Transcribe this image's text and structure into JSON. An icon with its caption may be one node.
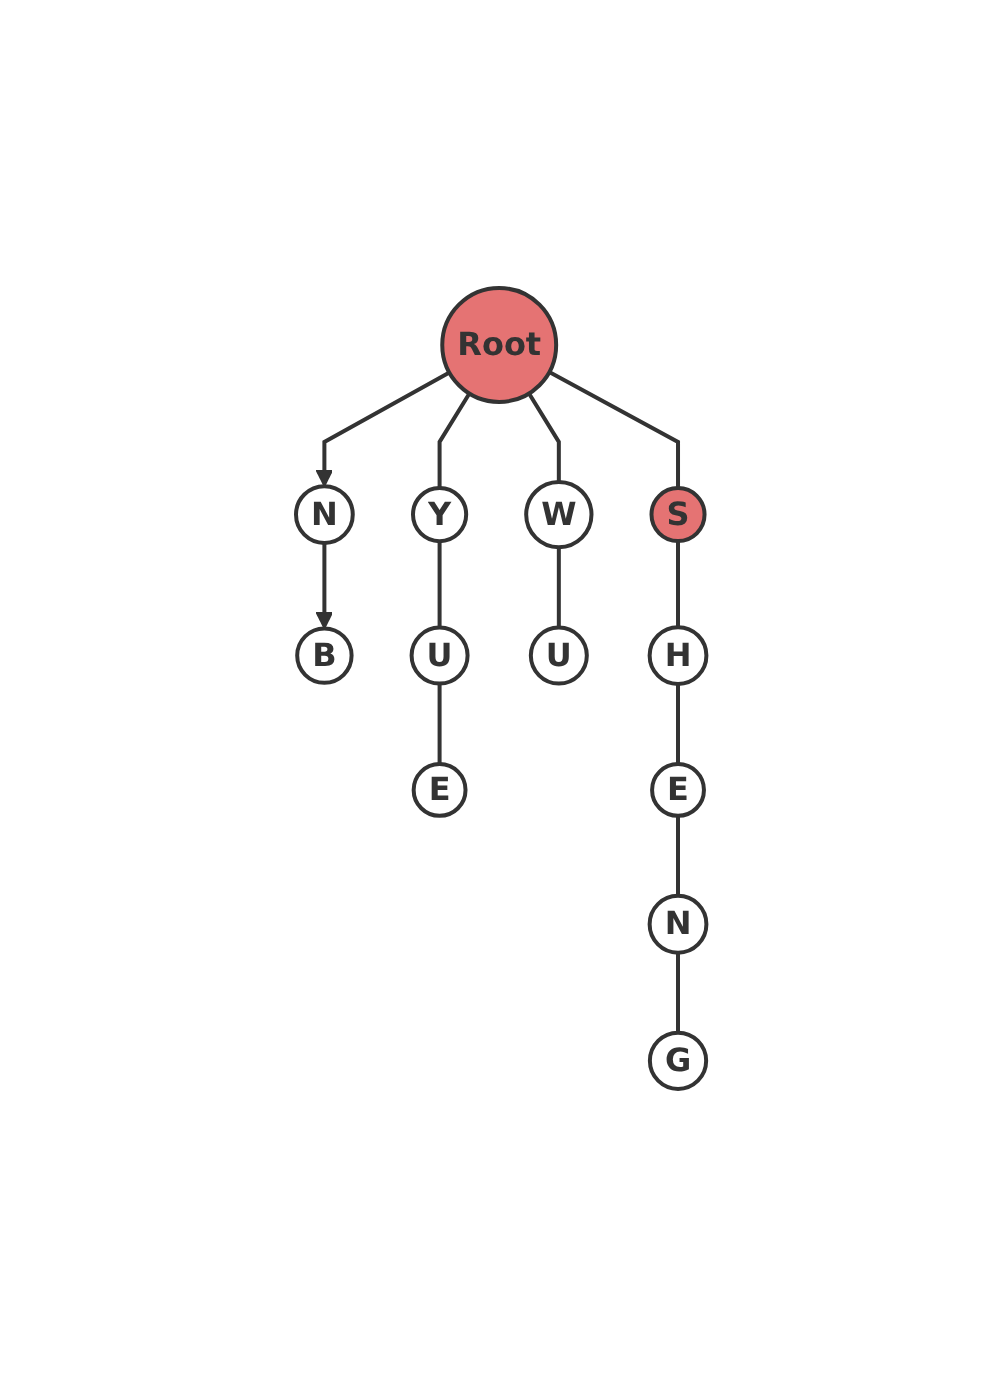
{
  "diagram": {
    "nodes": [
      {
        "text": [
          "Root"
        ]
      },
      {
        "text": [
          "Y"
        ]
      },
      {
        "text": [
          "W"
        ]
      },
      {
        "text": [
          "S"
        ]
      },
      {
        "text": [
          "N"
        ]
      },
      {
        "text": [
          "B"
        ]
      },
      {
        "text": [
          "U"
        ]
      },
      {
        "text": [
          "U"
        ]
      },
      {
        "text": [
          "H"
        ]
      },
      {
        "text": [
          "E"
        ]
      },
      {
        "text": [
          "E"
        ]
      },
      {
        "text": [
          "N"
        ]
      },
      {
        "text": [
          "G"
        ]
      }
    ],
    "edges": [
      {
        "from": 0,
        "to": 1,
        "arrow": "none"
      },
      {
        "from": 0,
        "to": 2,
        "arrow": "none"
      },
      {
        "from": 0,
        "to": 3,
        "arrow": "none"
      },
      {
        "from": 0,
        "to": 4,
        "arrow": "to"
      },
      {
        "from": 4,
        "to": 5,
        "arrow": "to"
      },
      {
        "from": 1,
        "to": 6,
        "arrow": "none"
      },
      {
        "from": 6,
        "to": 9,
        "arrow": "none"
      },
      {
        "from": 2,
        "to": 7,
        "arrow": "none"
      },
      {
        "from": 3,
        "to": 8,
        "arrow": "none"
      },
      {
        "from": 8,
        "to": 10,
        "arrow": "none"
      },
      {
        "from": 10,
        "to": 11,
        "arrow": "none"
      },
      {
        "from": 11,
        "to": 12,
        "arrow": "none"
      }
    ]
  }
}
